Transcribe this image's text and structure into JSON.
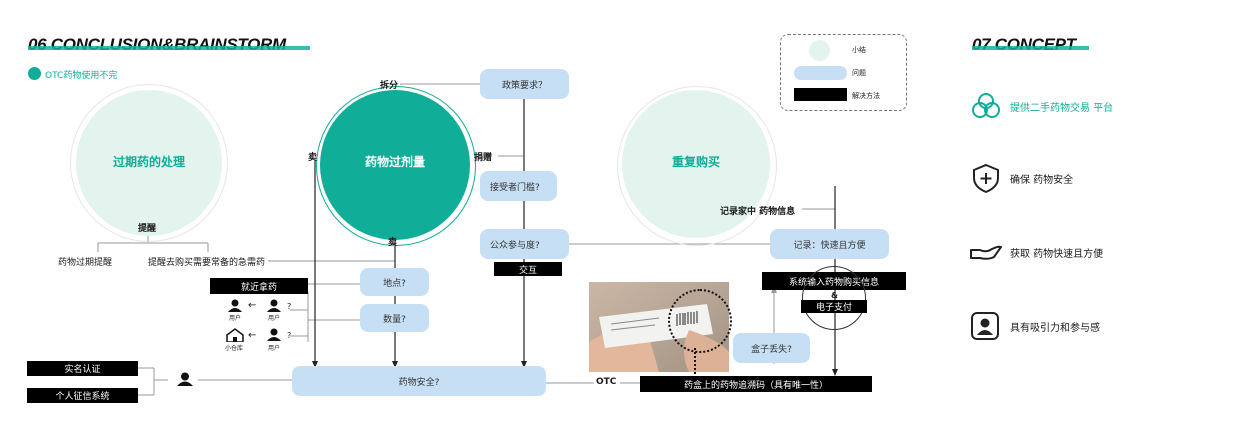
{
  "left": {
    "title": "06 CONCLUSION&BRAINSTORM",
    "legend_tag": "OTC药物使用不完",
    "circles": {
      "expired": "过期药的处理",
      "overdose": "药物过剂量",
      "repeat": "重复购买"
    },
    "labels": {
      "remind": "提醒",
      "expire_remind": "药物过期提醒",
      "buy_remind": "提醒去购买需要常备的急需药",
      "split": "拆分",
      "sell_left": "卖",
      "sell_bottom": "卖",
      "donate": "捐赠",
      "record_home": "记录家中 药物信息",
      "otc": "OTC",
      "q1": "?",
      "q2": "?",
      "user1": "用户",
      "user2": "用户",
      "user3": "用户",
      "warehouse": "小仓库",
      "arrow1": "←",
      "arrow2": "←",
      "amp": "&"
    },
    "questions": {
      "policy": "政策要求？",
      "threshold": "接受者门槛?",
      "public": "公众参与度?",
      "place": "地点?",
      "quantity": "数量?",
      "safety": "药物安全?",
      "record": "记录：快速且方便",
      "box_lost": "盒子丢失?"
    },
    "solutions": {
      "nearby": "就近拿药",
      "interact": "交互",
      "real_name": "实名认证",
      "credit": "个人征信系统",
      "system_input": "系统输入药物购买信息",
      "e_pay": "电子支付",
      "trace_code": "药盒上的药物追溯码（具有唯一性）"
    },
    "legend_box": {
      "summary": "小结",
      "problem": "问题",
      "solution": "解决方法"
    }
  },
  "concept": {
    "title": "07 CONCEPT",
    "items": [
      {
        "icon": "circles-icon",
        "label": "提供二手药物交易 平台",
        "highlight": true
      },
      {
        "icon": "shield-plus-icon",
        "label": "确保 药物安全",
        "highlight": false
      },
      {
        "icon": "hand-icon",
        "label": "获取 药物快速且方便",
        "highlight": false
      },
      {
        "icon": "user-icon",
        "label": "具有吸引力和参与感",
        "highlight": false
      }
    ]
  },
  "colors": {
    "teal": "#10ad98",
    "soft_green": "#e3f4ee",
    "pill_blue": "#c7dff4",
    "black": "#000000"
  }
}
